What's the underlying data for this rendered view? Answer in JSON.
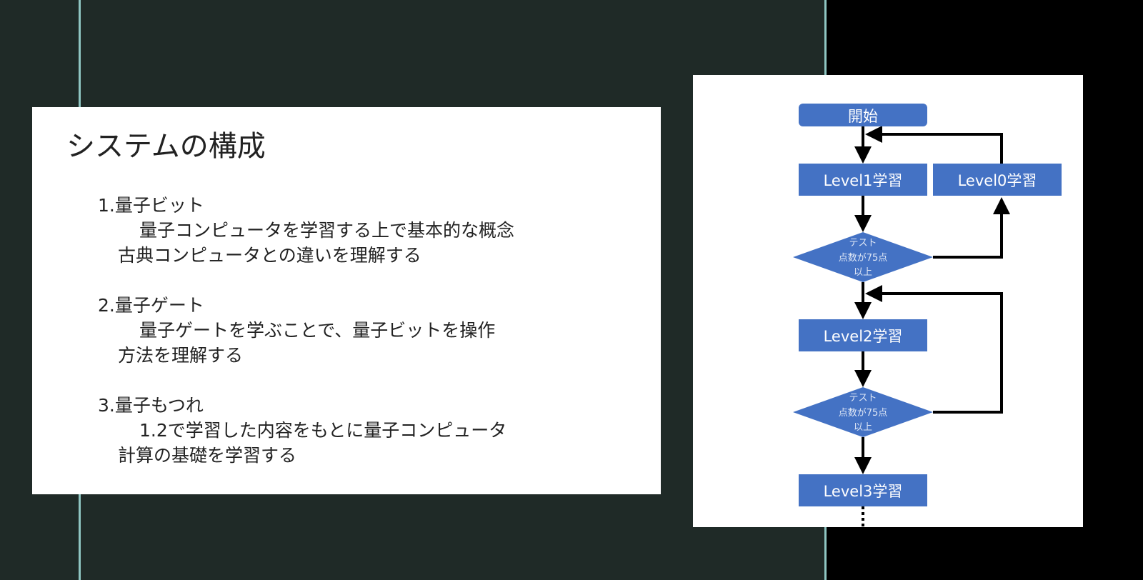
{
  "slide": {
    "title": "システムの構成",
    "items": [
      {
        "heading": "1.量子ビット",
        "line1": "量子コンピュータを学習する上で基本的な概念",
        "line2": "古典コンピュータとの違いを理解する"
      },
      {
        "heading": "2.量子ゲート",
        "line1": "量子ゲートを学ぶことで、量子ビットを操作",
        "line2": "方法を理解する"
      },
      {
        "heading": "3.量子もつれ",
        "line1": "1.2で学習した内容をもとに量子コンピュータ",
        "line2": "計算の基礎を学習する"
      }
    ]
  },
  "flowchart": {
    "start": "開始",
    "level1": "Level1学習",
    "level0": "Level0学習",
    "decision": [
      "テスト",
      "点数が75点",
      "以上"
    ],
    "level2": "Level2学習",
    "level3": "Level3学習",
    "colors": {
      "node": "#4472c4",
      "arrow": "#000000"
    }
  }
}
